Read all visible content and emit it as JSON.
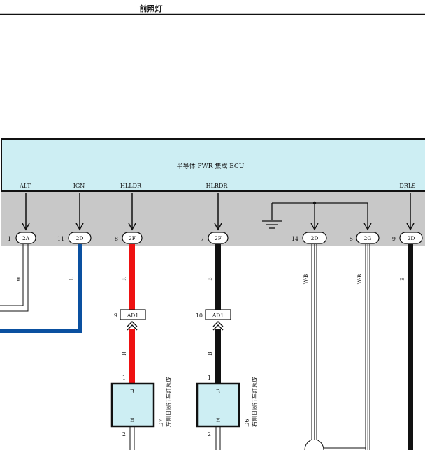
{
  "title": "前照灯",
  "ecu": {
    "name": "半导体 PWR 集成 ECU",
    "pins": [
      {
        "signal": "ALT",
        "pin": "1",
        "connector": "2A"
      },
      {
        "signal": "IGN",
        "pin": "11",
        "connector": "2D"
      },
      {
        "signal": "HLLDR",
        "pin": "8",
        "connector": "2F"
      },
      {
        "signal": "HLRDR",
        "pin": "7",
        "connector": "2F"
      },
      {
        "signal": "",
        "pin": "14",
        "connector": "2D"
      },
      {
        "signal": "",
        "pin": "5",
        "connector": "2G"
      },
      {
        "signal": "DRLS",
        "pin": "9",
        "connector": "2D"
      }
    ]
  },
  "wires": [
    {
      "label": "W",
      "color": "#ffffff"
    },
    {
      "label": "L",
      "color": "#0a50a0"
    },
    {
      "label": "R",
      "color": "#ee1111"
    },
    {
      "label": "B",
      "color": "#111111"
    },
    {
      "label": "W-B",
      "color": "#ffffff"
    },
    {
      "label": "W-B",
      "color": "#ffffff"
    },
    {
      "label": "B",
      "color": "#111111"
    }
  ],
  "connectors": [
    {
      "pin": "9",
      "name": "AD1",
      "wire_below": "R"
    },
    {
      "pin": "10",
      "name": "AD1",
      "wire_below": "B"
    }
  ],
  "components": [
    {
      "id": "D7",
      "name": "左侧日间行车灯总成",
      "top_pin": "1",
      "top_label": "B",
      "bottom_pin": "2",
      "bottom_label": "E"
    },
    {
      "id": "D6",
      "name": "右侧日间行车灯总成",
      "top_pin": "1",
      "top_label": "B",
      "bottom_pin": "2",
      "bottom_label": "E"
    }
  ],
  "colors": {
    "ecu_fill": "#cdeef3",
    "harness_band": "#c8c8c8",
    "red_wire": "#ee1111",
    "blue_wire": "#0a50a0",
    "black_wire": "#111111"
  }
}
